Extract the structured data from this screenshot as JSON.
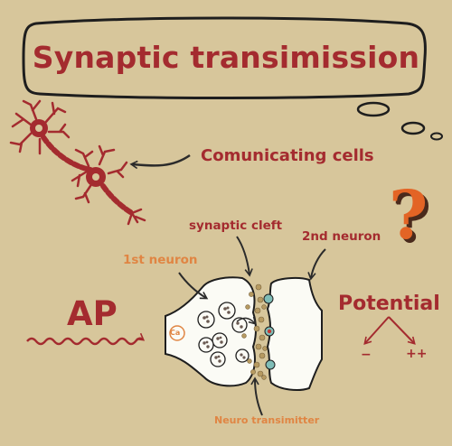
{
  "title": "Synaptic transimission",
  "labels": {
    "communicating": "Comunicating cells",
    "cleft": "synaptic cleft",
    "second_neuron": "2nd neuron",
    "first_neuron": "1st neuron",
    "ap": "AP",
    "potential": "Potential",
    "minus": "−",
    "plus": "++",
    "neurotransmitter": "Neuro transimitter",
    "ca": "Ca",
    "question": "?"
  },
  "colors": {
    "background": "#d7c69b",
    "accent_red": "#a42b2f",
    "accent_orange": "#e08543",
    "receptor": "#7fbdb7"
  }
}
